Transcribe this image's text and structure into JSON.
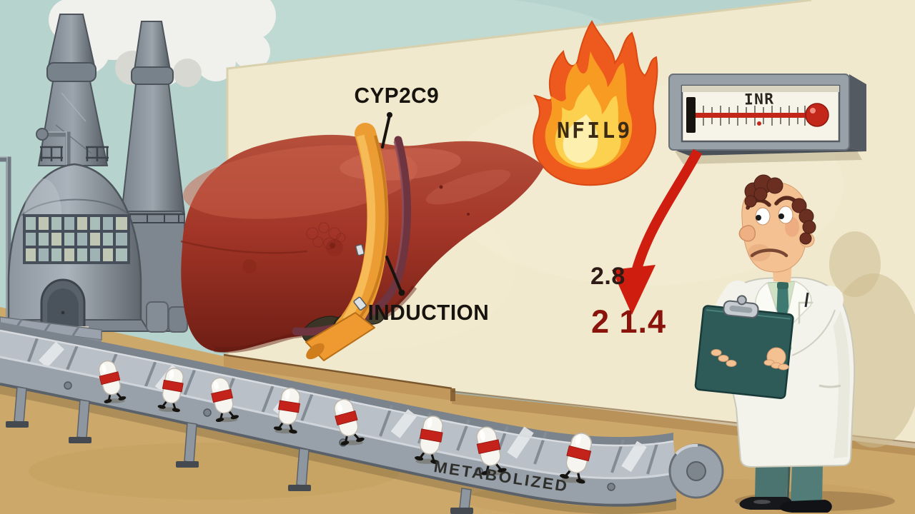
{
  "labels": {
    "enzyme": "CYP2C9",
    "process": "INDUCTION",
    "fire_drug": "NFIL9",
    "gauge": "INR",
    "inr_before": "2.8",
    "inr_after": "2 1.4",
    "conveyor_status": "METABOLIZED"
  },
  "colors": {
    "sky": "#b7d3cd",
    "wall": "#f0e9cd",
    "floor": "#cda86b",
    "wood": "#c2975b",
    "liver": "#a63b2d",
    "liver-dark": "#741f16",
    "strap": "#eb9c33",
    "cord": "#6e3440",
    "fire-outer": "#ee5a1e",
    "fire-mid": "#f89b22",
    "fire-inner": "#fcd14f",
    "fire-core": "#fdefad",
    "metal": "#9aa3ac",
    "metal-dark": "#5f666d",
    "red": "#c2271a",
    "arrow": "#cf1d10",
    "num-dark": "#2e1b15",
    "num-red": "#8a140b",
    "coat": "#f3f3ec",
    "teal": "#3e7a72",
    "skin": "#f4c193",
    "pill-band": "#c3231a",
    "smoke": "#f0f0ec",
    "label-dark": "#17130e"
  }
}
